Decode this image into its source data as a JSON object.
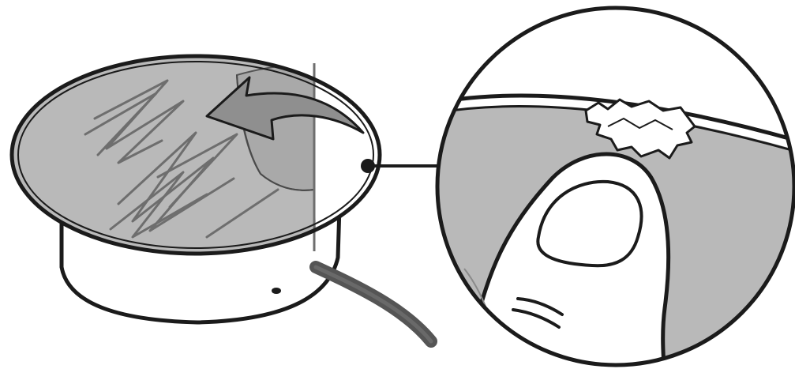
{
  "figure": {
    "kind": "instruction-illustration",
    "panels": [
      {
        "id": "device-overview",
        "icons": [
          "round-device",
          "protective-film",
          "peel-arrow",
          "power-cable",
          "status-led"
        ]
      },
      {
        "id": "zoom-detail",
        "icons": [
          "magnifier-circle",
          "film-edge-tab",
          "fingertip"
        ]
      }
    ]
  },
  "colors": {
    "outline": "#1b1b1b",
    "film": "#b9b9b9",
    "film_dark": "#a7a7a7",
    "arrow": "#8f8f8f",
    "scribble": "#6e6e6e",
    "cable": "#555555",
    "background": "#ffffff"
  }
}
